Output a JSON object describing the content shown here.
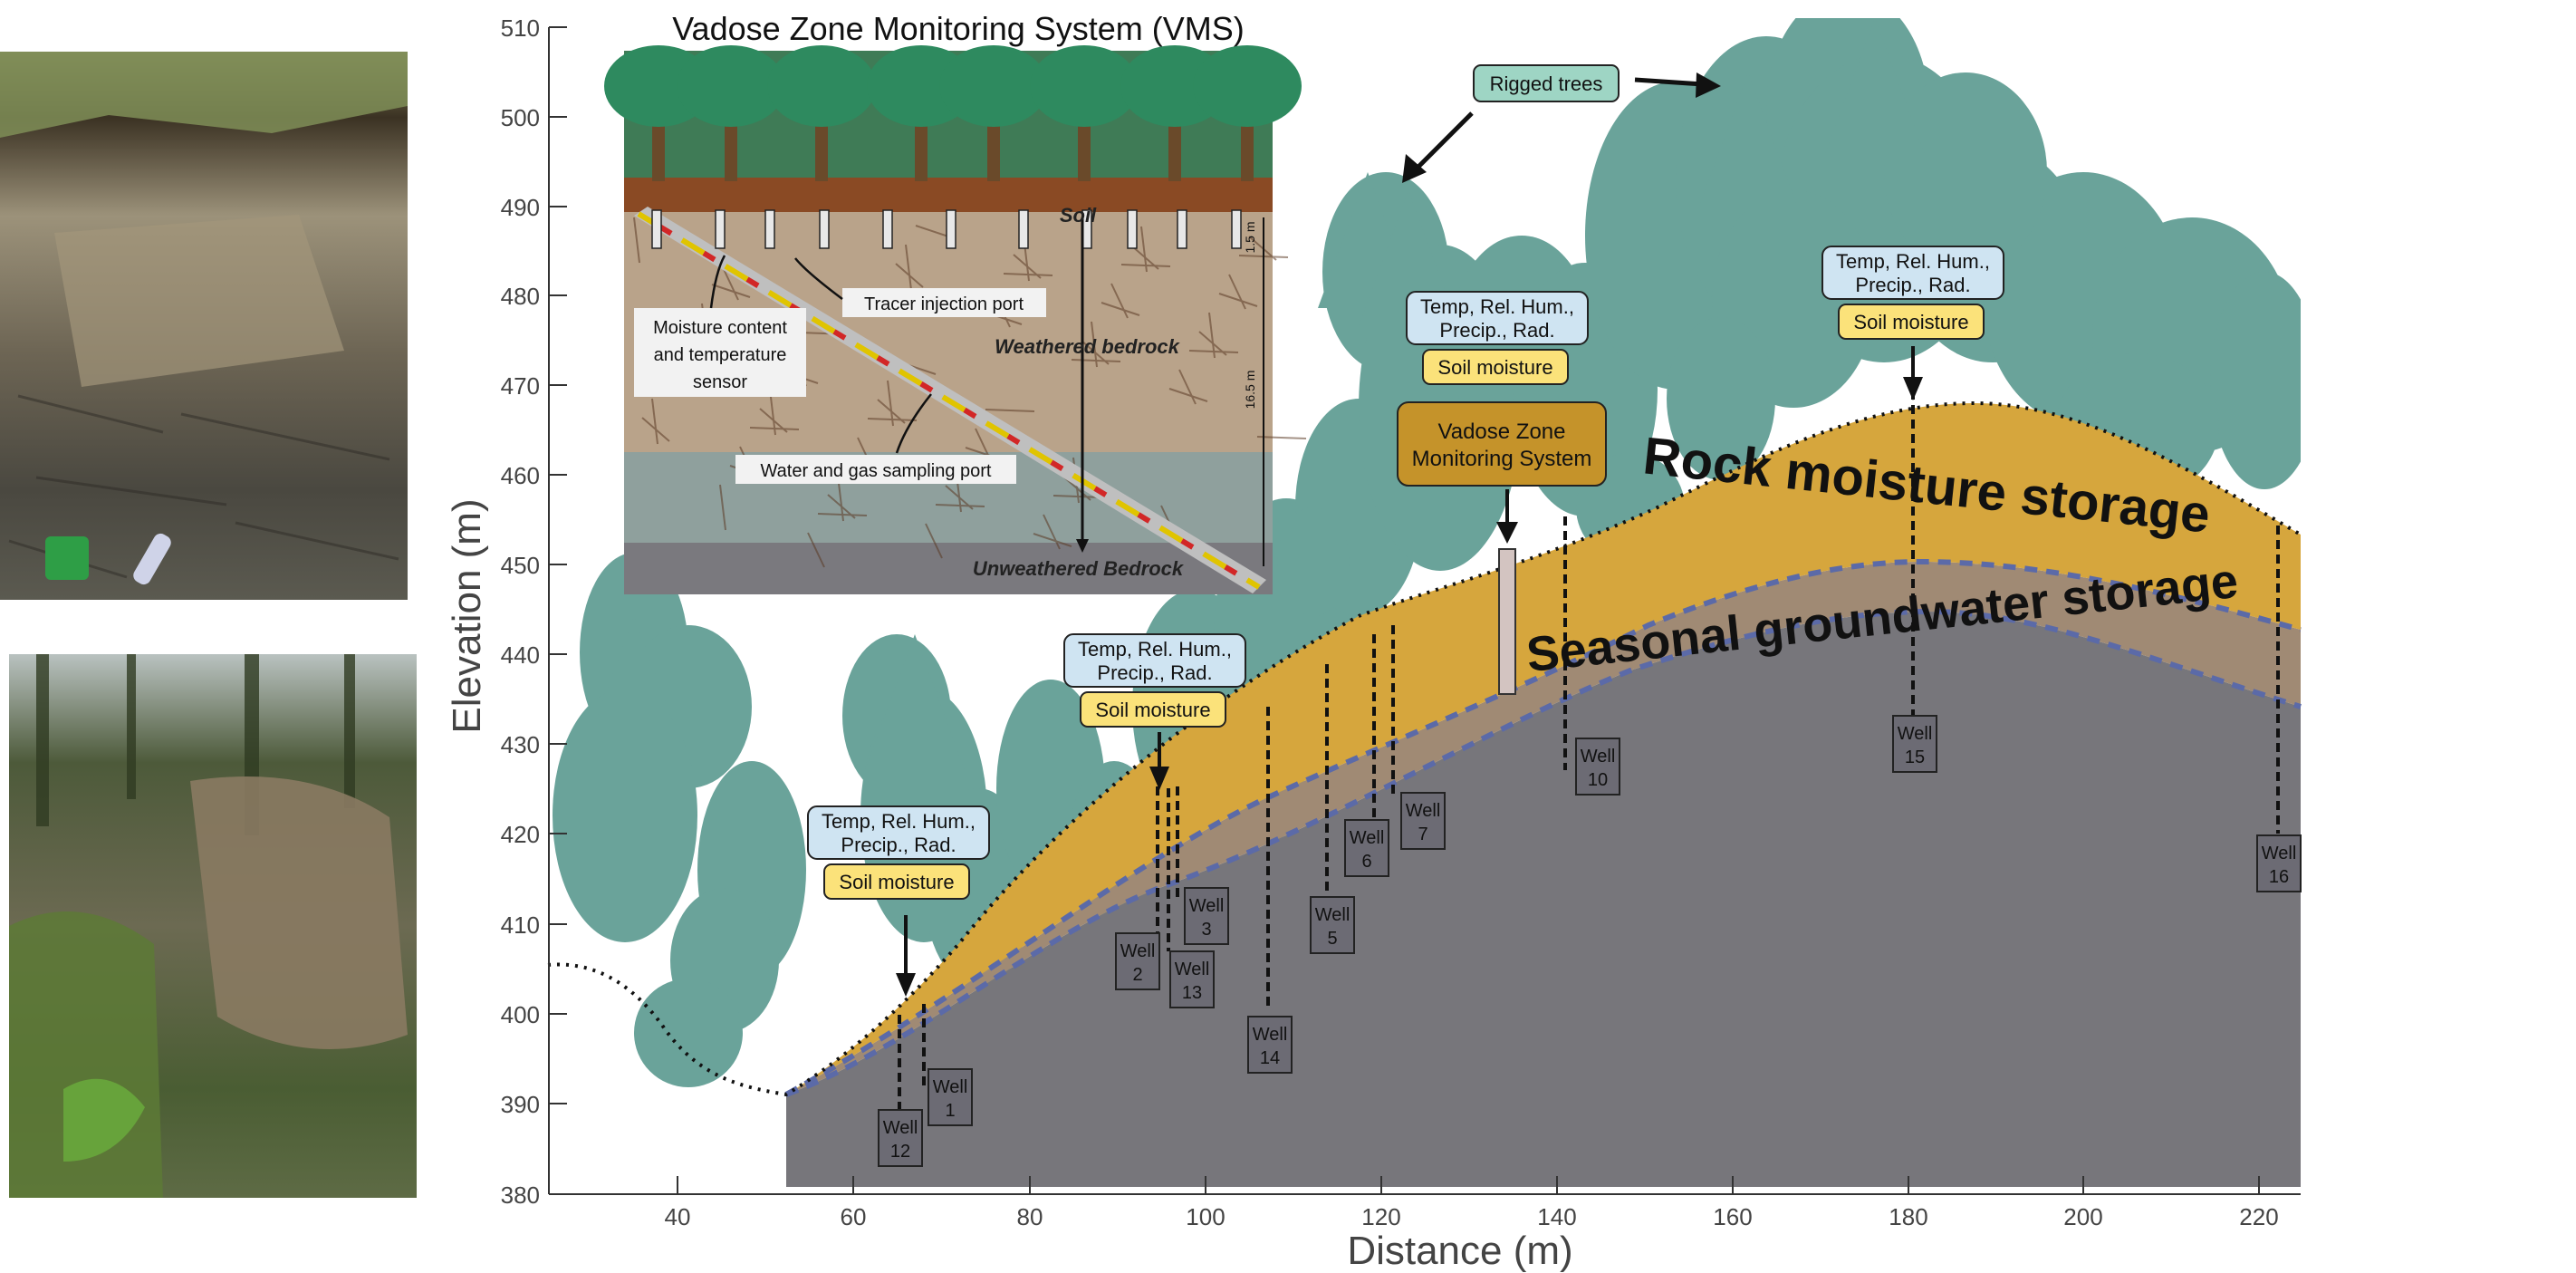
{
  "figure": {
    "inset_title": "Vadose Zone Monitoring System (VMS)",
    "x_axis_label": "Distance (m)",
    "y_axis_label": "Elevation (m)",
    "x_ticks": [
      "40",
      "60",
      "80",
      "100",
      "120",
      "140",
      "160",
      "180",
      "200",
      "220"
    ],
    "y_ticks": [
      "510",
      "500",
      "490",
      "480",
      "470",
      "460",
      "450",
      "440",
      "430",
      "420",
      "410",
      "400",
      "390",
      "380"
    ]
  },
  "labels": {
    "rock_moisture": "Rock moisture storage",
    "groundwater": "Seasonal groundwater storage",
    "rigged_trees": "Rigged trees",
    "vms_box": [
      "Vadose Zone",
      "Monitoring System"
    ],
    "met_box": [
      "Temp, Rel. Hum.,",
      "Precip., Rad."
    ],
    "soil_moisture": "Soil moisture"
  },
  "inset": {
    "soil": "Soil",
    "weathered": "Weathered bedrock",
    "unweathered": "Unweathered Bedrock",
    "tracer_port": "Tracer injection port",
    "sensor": [
      "Moisture content",
      "and temperature",
      "sensor"
    ],
    "sampling_port": "Water and gas sampling port",
    "depth_shallow": "1.5 m",
    "depth_deep": "16.5 m"
  },
  "wells": [
    {
      "line1": "Well",
      "line2": "1"
    },
    {
      "line1": "Well",
      "line2": "2"
    },
    {
      "line1": "Well",
      "line2": "3"
    },
    {
      "line1": "Well",
      "line2": "5"
    },
    {
      "line1": "Well",
      "line2": "6"
    },
    {
      "line1": "Well",
      "line2": "7"
    },
    {
      "line1": "Well",
      "line2": "10"
    },
    {
      "line1": "Well",
      "line2": "12"
    },
    {
      "line1": "Well",
      "line2": "13"
    },
    {
      "line1": "Well",
      "line2": "14"
    },
    {
      "line1": "Well",
      "line2": "15"
    },
    {
      "line1": "Well",
      "line2": "16"
    }
  ],
  "colors": {
    "tree_canopy": "#6aa39a",
    "rock_moisture": "#d6a63d",
    "groundwater": "#a08a74",
    "bedrock": "#77767b",
    "met_box": "#cfe4f2",
    "soil_box": "#fbe27a",
    "vms_box": "#c5932a",
    "rigged_box": "#9ed5c4",
    "well_box": "#6c6b74"
  }
}
